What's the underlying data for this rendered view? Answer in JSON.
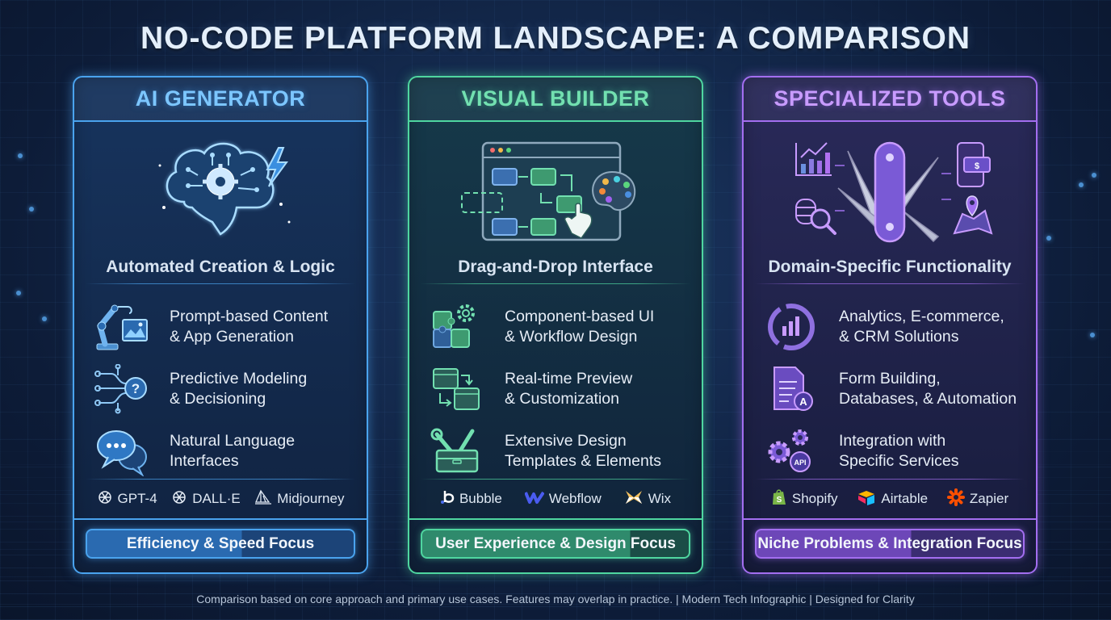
{
  "title": "NO-CODE PLATFORM LANDSCAPE: A COMPARISON",
  "cards": [
    {
      "id": "ai-generator",
      "heading": "AI GENERATOR",
      "accent": "#4aa3ee",
      "hero_icon": "brain-gear-lightning-icon",
      "subtitle": "Automated Creation & Logic",
      "features": [
        {
          "icon": "robot-arm-image-icon",
          "text": "Prompt-based Content\n& App Generation"
        },
        {
          "icon": "circuit-question-icon",
          "text": "Predictive Modeling\n& Decisioning"
        },
        {
          "icon": "chat-bubbles-icon",
          "text": "Natural Language\nInterfaces"
        }
      ],
      "brands": [
        {
          "icon": "openai-icon",
          "name": "GPT-4"
        },
        {
          "icon": "openai-icon",
          "name": "DALL·E"
        },
        {
          "icon": "sailboat-icon",
          "name": "Midjourney"
        }
      ],
      "focus": "Efficiency & Speed Focus"
    },
    {
      "id": "visual-builder",
      "heading": "VISUAL BUILDER",
      "accent": "#4fd6a0",
      "hero_icon": "browser-workflow-palette-hand-icon",
      "subtitle": "Drag-and-Drop Interface",
      "features": [
        {
          "icon": "puzzle-gear-icon",
          "text": "Component-based UI\n& Workflow Design"
        },
        {
          "icon": "windows-sync-icon",
          "text": "Real-time Preview\n& Customization"
        },
        {
          "icon": "toolbox-icon",
          "text": "Extensive Design\nTemplates & Elements"
        }
      ],
      "brands": [
        {
          "icon": "bubble-logo-icon",
          "name": "Bubble"
        },
        {
          "icon": "webflow-logo-icon",
          "name": "Webflow"
        },
        {
          "icon": "wix-logo-icon",
          "name": "Wix"
        }
      ],
      "focus": "User Experience & Design Focus"
    },
    {
      "id": "specialized-tools",
      "heading": "SPECIALIZED TOOLS",
      "accent": "#a36ef0",
      "hero_icon": "swiss-army-knife-icon",
      "subtitle": "Domain-Specific Functionality",
      "features": [
        {
          "icon": "analytics-ring-icon",
          "text": "Analytics, E-commerce,\n& CRM Solutions"
        },
        {
          "icon": "form-document-icon",
          "text": "Form Building,\nDatabases, & Automation"
        },
        {
          "icon": "api-gears-icon",
          "text": "Integration with\nSpecific Services"
        }
      ],
      "brands": [
        {
          "icon": "shopify-logo-icon",
          "name": "Shopify"
        },
        {
          "icon": "airtable-logo-icon",
          "name": "Airtable"
        },
        {
          "icon": "zapier-logo-icon",
          "name": "Zapier"
        }
      ],
      "focus": "Niche Problems & Integration Focus"
    }
  ],
  "footer": "Comparison based on core approach and primary use cases. Features may overlap in practice.  |  Modern Tech Infographic  |  Designed for Clarity"
}
